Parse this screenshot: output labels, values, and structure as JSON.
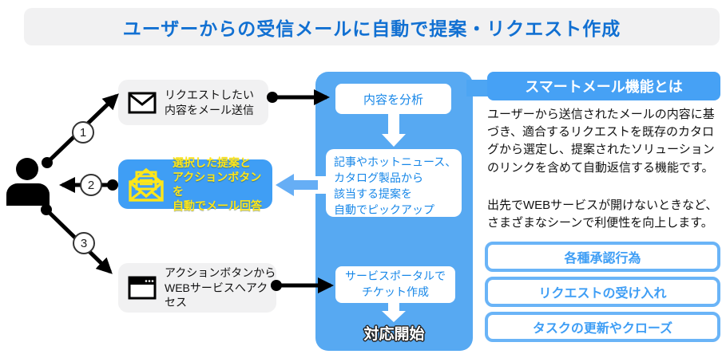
{
  "title": "ユーザーからの受信メールに自動で提案・リクエスト作成",
  "steps": {
    "step1": {
      "number": "1",
      "label": "リクエストしたい\n内容をメール送信"
    },
    "step2": {
      "number": "2",
      "label": "選択した提案と\nアクションボタンを\n自動でメール回答"
    },
    "step3": {
      "number": "3",
      "label": "アクションボタンから\nWEBサービスへアクセス"
    }
  },
  "flow": {
    "box1": "内容を分析",
    "box2": "記事やホットニュース、\nカタログ製品から\n該当する提案を\n自動でピックアップ",
    "box3": "サービスポータルで\nチケット作成",
    "result": "対応開始"
  },
  "info": {
    "heading": "スマートメール機能とは",
    "paragraph1": "ユーザーから送信されたメールの内容に基づき、適合するリクエストを既存のカタログから選定し、提案されたソリューションのリンクを含めて自動返信する機能です。",
    "paragraph2": "出先でWEBサービスが開けないときなど、さまざまなシーンで利便性を向上します。",
    "use_cases": [
      "各種承認行為",
      "リクエストの受け入れ",
      "タスクの更新やクローズ"
    ]
  },
  "icons": {
    "person": "person-icon",
    "step1": "closed-envelope-icon",
    "step2": "open-envelope-icon",
    "step3": "browser-window-icon"
  },
  "colors": {
    "title_text": "#1170d2",
    "gray_box": "#f1f1f2",
    "panel_blue": "#57a9f2",
    "step2_blue": "#3f9ef5",
    "header_blue": "#46a1f5",
    "yellow_text": "#ffe619",
    "usecase_border": "#6ab4f7",
    "usecase_text": "#3f9ef5",
    "whitebox_text": "#1787e8"
  }
}
